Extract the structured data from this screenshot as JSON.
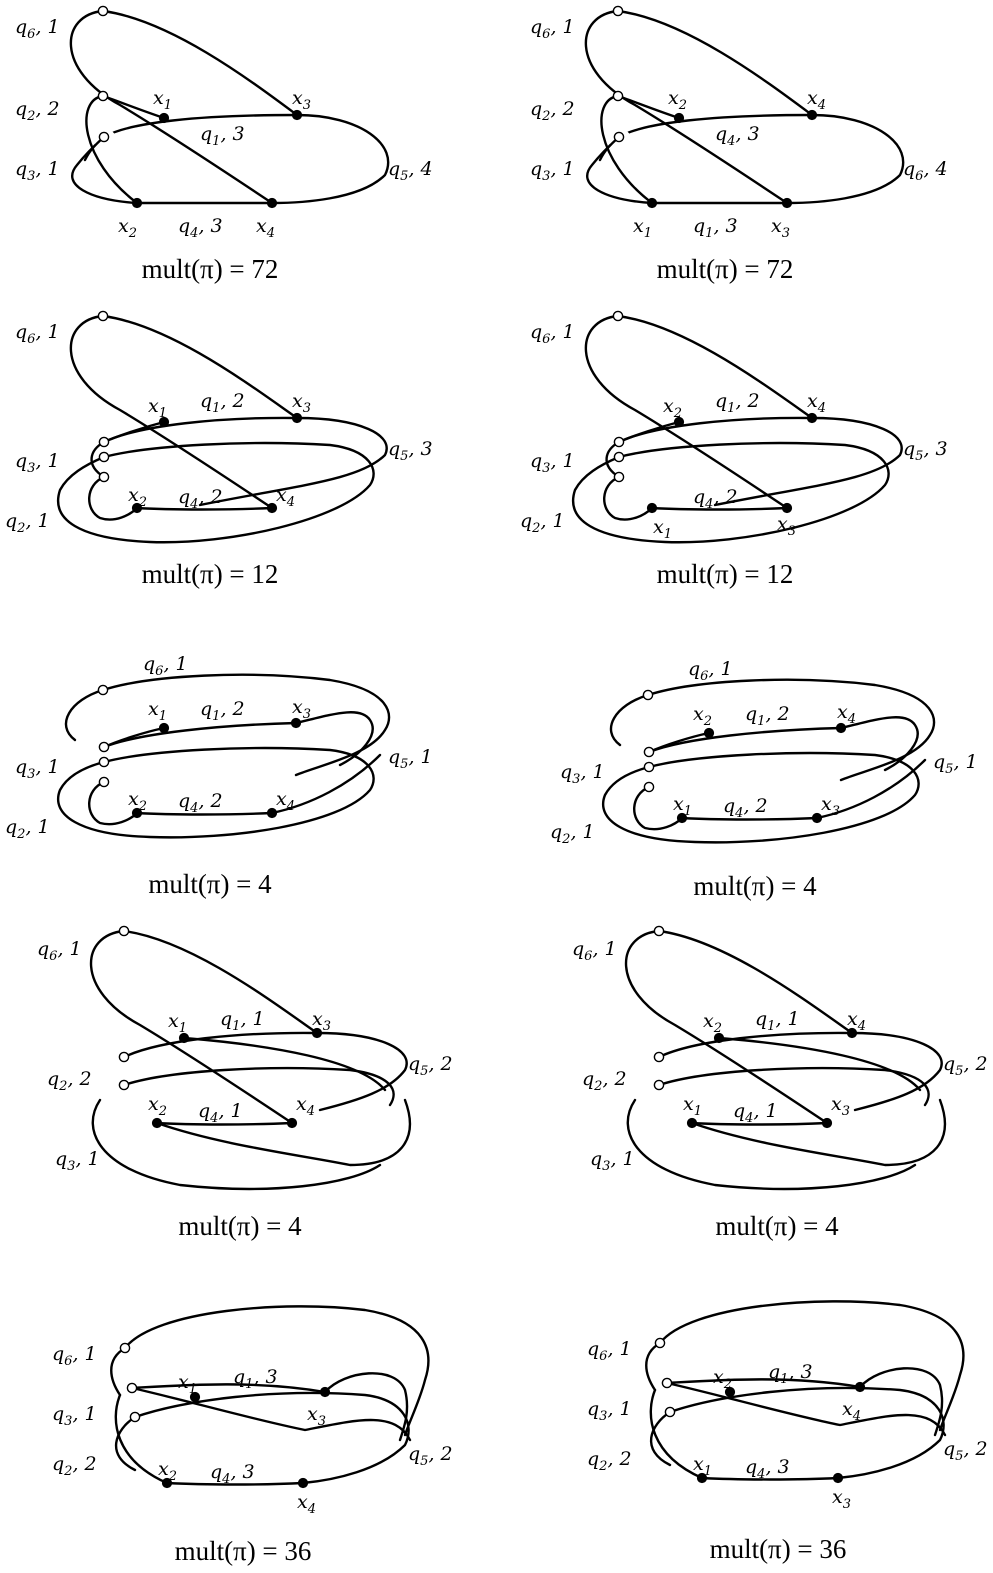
{
  "panels": [
    {
      "id": "p1",
      "mult": "mult(π) = 72",
      "labels": {
        "q6": "q6, 1",
        "q2": "q2, 2",
        "q3": "q3, 1",
        "q5": "q5, 4",
        "q1": "q1, 3",
        "q4": "q4, 3",
        "xa": "x1",
        "xb": "x3",
        "xc": "x2",
        "xd": "x4"
      }
    },
    {
      "id": "p2",
      "mult": "mult(π) = 72",
      "labels": {
        "q6": "q6, 1",
        "q2": "q2, 2",
        "q3": "q3, 1",
        "q5": "q6, 4",
        "q1": "q4, 3",
        "q4": "q1, 3",
        "xa": "x2",
        "xb": "x4",
        "xc": "x1",
        "xd": "x3"
      }
    },
    {
      "id": "p3",
      "mult": "mult(π) = 12",
      "labels": {
        "q6": "q6, 1",
        "q3": "q3, 1",
        "q2": "q2, 1",
        "q5": "q5, 3",
        "q1": "q1, 2",
        "q4": "q4, 2",
        "xa": "x1",
        "xb": "x3",
        "xc": "x2",
        "xd": "x4"
      }
    },
    {
      "id": "p4",
      "mult": "mult(π) = 12",
      "labels": {
        "q6": "q6, 1",
        "q3": "q3, 1",
        "q2": "q2, 1",
        "q5": "q5, 3",
        "q1": "q1, 2",
        "q4": "q4, 2",
        "xa": "x2",
        "xb": "x4",
        "xc": "x1",
        "xd": "x3"
      }
    },
    {
      "id": "p5",
      "mult": "mult(π) = 4",
      "labels": {
        "q6": "q6, 1",
        "q3": "q3, 1",
        "q2": "q2, 1",
        "q5": "q5, 1",
        "q1": "q1, 2",
        "q4": "q4, 2",
        "xa": "x1",
        "xb": "x3",
        "xc": "x2",
        "xd": "x4"
      }
    },
    {
      "id": "p6",
      "mult": "mult(π) = 4",
      "labels": {
        "q6": "q6, 1",
        "q3": "q3, 1",
        "q2": "q2, 1",
        "q5": "q5, 1",
        "q1": "q1, 2",
        "q4": "q4, 2",
        "xa": "x2",
        "xb": "x4",
        "xc": "x1",
        "xd": "x3"
      }
    },
    {
      "id": "p7",
      "mult": "mult(π) = 4",
      "labels": {
        "q6": "q6, 1",
        "q2": "q2, 2",
        "q3": "q3, 1",
        "q5": "q5, 2",
        "q1": "q1, 1",
        "q4": "q4, 1",
        "xa": "x1",
        "xb": "x3",
        "xc": "x2",
        "xd": "x4"
      }
    },
    {
      "id": "p8",
      "mult": "mult(π) = 4",
      "labels": {
        "q6": "q6, 1",
        "q2": "q2, 2",
        "q3": "q3, 1",
        "q5": "q5, 2",
        "q1": "q1, 1",
        "q4": "q4, 1",
        "xa": "x2",
        "xb": "x4",
        "xc": "x1",
        "xd": "x3"
      }
    },
    {
      "id": "p9",
      "mult": "mult(π) = 36",
      "labels": {
        "q6": "q6, 1",
        "q3": "q3, 1",
        "q2": "q2, 2",
        "q5": "q5, 2",
        "q1": "q1, 3",
        "q4": "q4, 3",
        "xa": "x1",
        "xb": "x3",
        "xc": "x2",
        "xd": "x4"
      }
    },
    {
      "id": "p10",
      "mult": "mult(π) = 36",
      "labels": {
        "q6": "q6, 1",
        "q3": "q3, 1",
        "q2": "q2, 2",
        "q5": "q5, 2",
        "q1": "q1, 3",
        "q4": "q4, 3",
        "xa": "x2",
        "xb": "x4",
        "xc": "x1",
        "xd": "x3"
      }
    }
  ]
}
